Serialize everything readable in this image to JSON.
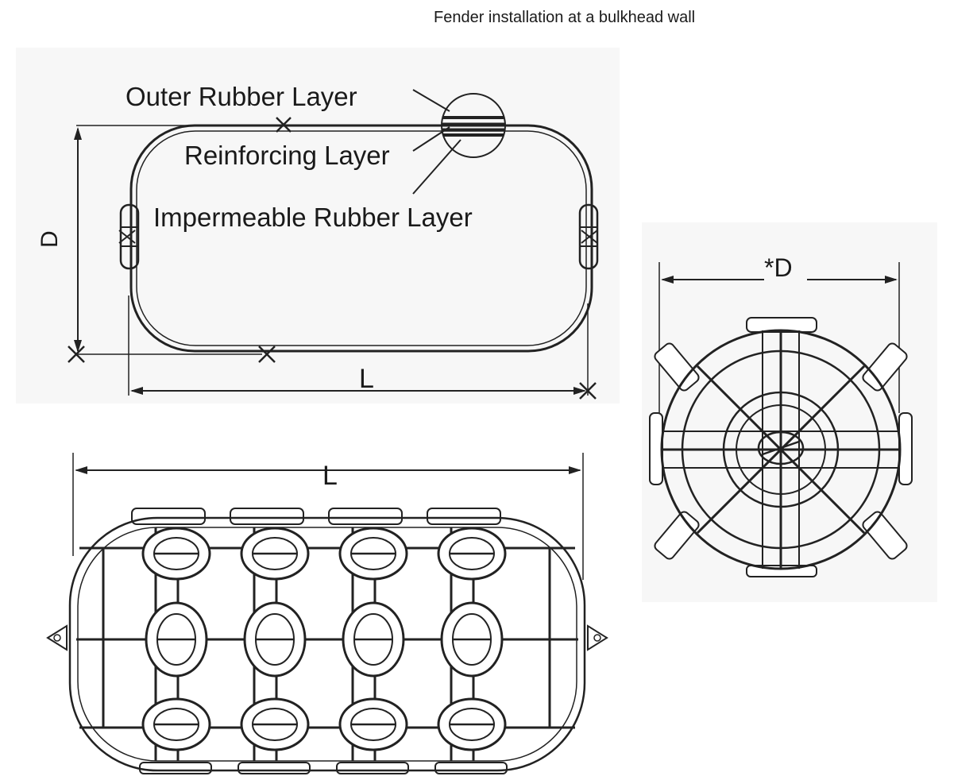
{
  "header": {
    "title": "Fender installation at a bulkhead wall"
  },
  "section_diagram": {
    "labels": {
      "outer": "Outer Rubber Layer",
      "reinforcing": "Reinforcing Layer",
      "impermeable": "Impermeable Rubber Layer"
    },
    "dim_diameter": "D",
    "dim_length": "L"
  },
  "net_side_view": {
    "dim_length": "L"
  },
  "end_view": {
    "dim_diameter": "*D"
  },
  "colors": {
    "line": "#222222",
    "background": "#ffffff",
    "panel": "#f4f4f4"
  }
}
